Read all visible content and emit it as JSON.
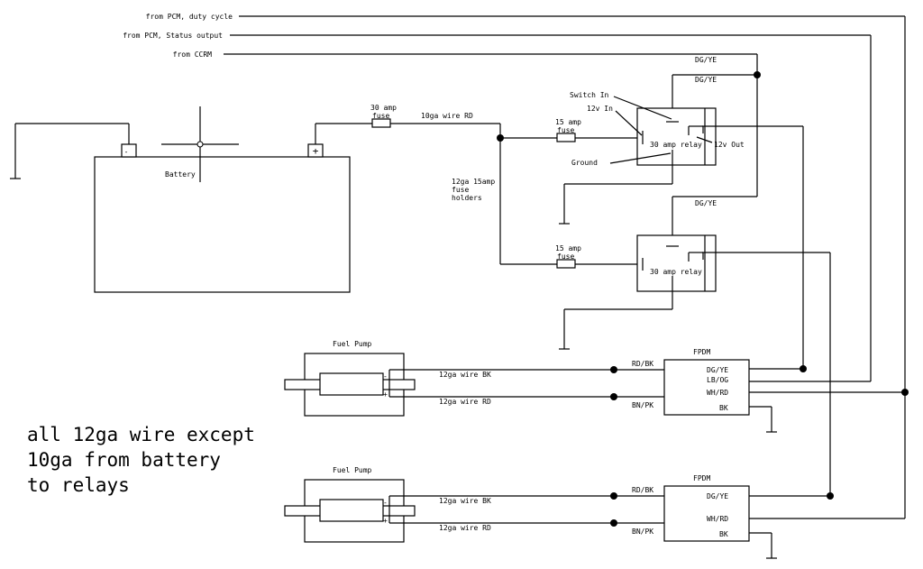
{
  "inputs": {
    "pcm_duty_cycle": "from PCM, duty cycle",
    "pcm_status_output": "from PCM, Status output",
    "ccrm": "from CCRM"
  },
  "battery": {
    "label": "Battery",
    "neg": "-",
    "pos": "+"
  },
  "main_fuse": {
    "label_line1": "30 amp",
    "label_line2": "fuse",
    "wire": "10ga wire RD"
  },
  "fuse_holders": {
    "line1": "12ga 15amp",
    "line2": "fuse",
    "line3": "holders"
  },
  "relay1": {
    "label": "30 amp relay",
    "fuse_line1": "15 amp",
    "fuse_line2": "fuse",
    "switch_in": "Switch In",
    "twelve_v_in": "12v In",
    "ground": "Ground",
    "twelve_v_out": "12v Out",
    "wire_top1": "DG/YE",
    "wire_top2": "DG/YE"
  },
  "relay2": {
    "label": "30 amp relay",
    "fuse_line1": "15 amp",
    "fuse_line2": "fuse",
    "wire_top": "DG/YE"
  },
  "pump1": {
    "title": "Fuel Pump",
    "neg": "-",
    "pos": "+",
    "wire_bk": "12ga wire BK",
    "wire_rd": "12ga wire RD"
  },
  "pump2": {
    "title": "Fuel Pump",
    "neg": "-",
    "pos": "+",
    "wire_bk": "12ga wire BK",
    "wire_rd": "12ga wire RD"
  },
  "fpdm1": {
    "title": "FPDM",
    "in_bk": "RD/BK",
    "in_rd": "BN/PK",
    "pins": [
      "DG/YE",
      "LB/OG",
      "WH/RD",
      "BK"
    ]
  },
  "fpdm2": {
    "title": "FPDM",
    "in_bk": "RD/BK",
    "in_rd": "BN/PK",
    "pins": [
      "DG/YE",
      "WH/RD",
      "BK"
    ]
  },
  "note": {
    "line1": "all 12ga wire except",
    "line2": "10ga from battery",
    "line3": "to relays"
  }
}
